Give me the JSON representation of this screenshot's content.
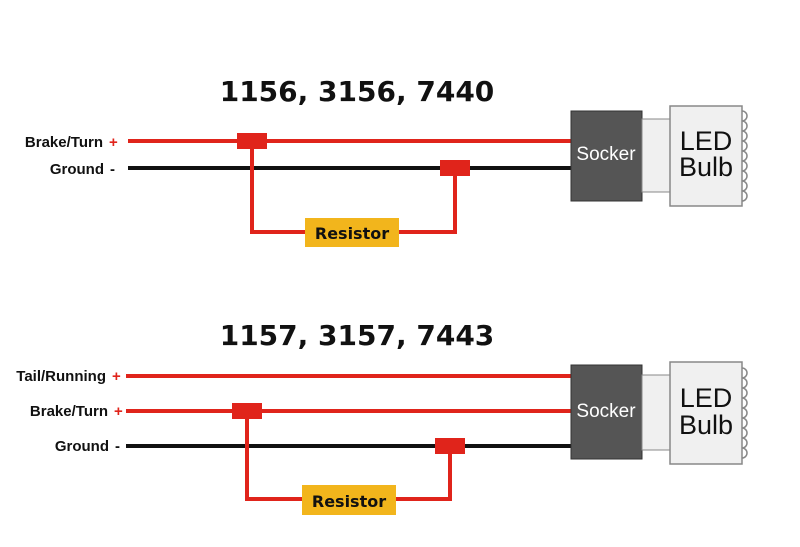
{
  "colors": {
    "positive_wire": "#e0241b",
    "ground_wire": "#111111",
    "resistor": "#f2b51c",
    "socket": "#555555",
    "bulb_body": "#f0f0f0"
  },
  "diagrams": [
    {
      "title": "1156, 3156, 7440",
      "wires": [
        {
          "label": "Brake/Turn",
          "sign": "+"
        },
        {
          "label": "Ground",
          "sign": "-"
        }
      ],
      "resistor_label": "Resistor",
      "socket_label": "Socker",
      "bulb_label_1": "LED",
      "bulb_label_2": "Bulb"
    },
    {
      "title": "1157, 3157, 7443",
      "wires": [
        {
          "label": "Tail/Running",
          "sign": "+"
        },
        {
          "label": "Brake/Turn",
          "sign": "+"
        },
        {
          "label": "Ground",
          "sign": "-"
        }
      ],
      "resistor_label": "Resistor",
      "socket_label": "Socker",
      "bulb_label_1": "LED",
      "bulb_label_2": "Bulb"
    }
  ]
}
